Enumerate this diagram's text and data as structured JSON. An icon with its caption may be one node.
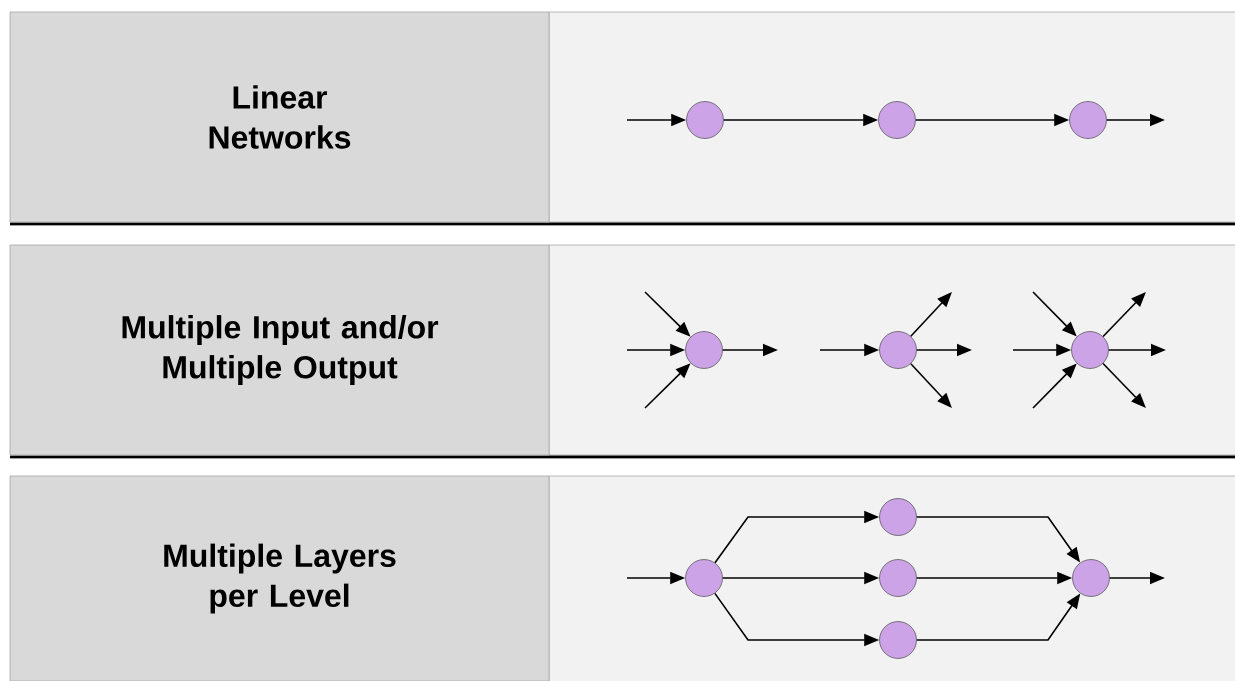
{
  "diagram": {
    "nodes": [
      {
        "text": [
          "Linear Networks"
        ]
      },
      {
        "text": [],
        "shape": "circle"
      },
      {
        "text": [],
        "shape": "circle"
      },
      {
        "text": [],
        "shape": "circle"
      },
      {
        "text": [
          "Multiple Input and/or Multiple Output"
        ]
      },
      {
        "text": [],
        "shape": "circle"
      },
      {
        "text": [],
        "shape": "circle"
      },
      {
        "text": [],
        "shape": "circle"
      },
      {
        "text": [
          "Multiple Layers per Level"
        ]
      },
      {
        "text": [],
        "shape": "circle"
      },
      {
        "text": [],
        "shape": "circle"
      },
      {
        "text": [],
        "shape": "circle"
      },
      {
        "text": [],
        "shape": "circle"
      },
      {
        "text": [],
        "shape": "circle"
      }
    ],
    "edges": [
      {
        "from": null,
        "to": 1,
        "arrow": "to"
      },
      {
        "from": 1,
        "to": 2,
        "arrow": "to"
      },
      {
        "from": 2,
        "to": 3,
        "arrow": "to"
      },
      {
        "from": 3,
        "to": null,
        "arrow": "to"
      },
      {
        "from": null,
        "to": 5,
        "arrow": "to"
      },
      {
        "from": null,
        "to": 5,
        "arrow": "to"
      },
      {
        "from": null,
        "to": 5,
        "arrow": "to"
      },
      {
        "from": 5,
        "to": null,
        "arrow": "to"
      },
      {
        "from": null,
        "to": 6,
        "arrow": "to"
      },
      {
        "from": 6,
        "to": null,
        "arrow": "to"
      },
      {
        "from": 6,
        "to": null,
        "arrow": "to"
      },
      {
        "from": 6,
        "to": null,
        "arrow": "to"
      },
      {
        "from": null,
        "to": 7,
        "arrow": "to"
      },
      {
        "from": null,
        "to": 7,
        "arrow": "to"
      },
      {
        "from": null,
        "to": 7,
        "arrow": "to"
      },
      {
        "from": 7,
        "to": null,
        "arrow": "to"
      },
      {
        "from": 7,
        "to": null,
        "arrow": "to"
      },
      {
        "from": 7,
        "to": null,
        "arrow": "to"
      },
      {
        "from": null,
        "to": 9,
        "arrow": "to"
      },
      {
        "from": 9,
        "to": 10,
        "arrow": "to"
      },
      {
        "from": 9,
        "to": 11,
        "arrow": "to"
      },
      {
        "from": 9,
        "to": 12,
        "arrow": "to"
      },
      {
        "from": 10,
        "to": 13,
        "arrow": "to"
      },
      {
        "from": 11,
        "to": 13,
        "arrow": "to"
      },
      {
        "from": 12,
        "to": 13,
        "arrow": "to"
      },
      {
        "from": 13,
        "to": null,
        "arrow": "to"
      }
    ]
  }
}
